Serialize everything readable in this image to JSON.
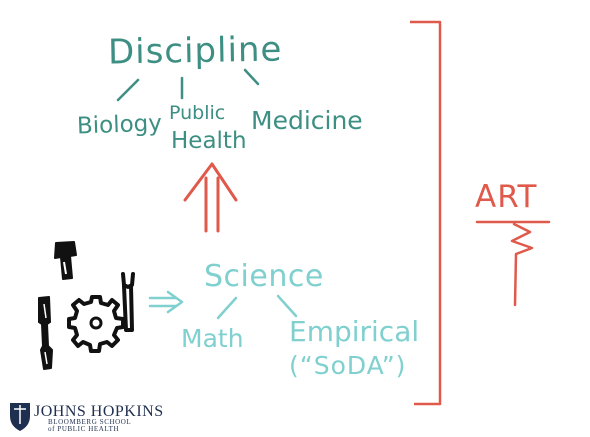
{
  "discipline": {
    "title": "Discipline",
    "children": {
      "biology": "Biology",
      "public_health_line1": "Public",
      "public_health_line2": "Health",
      "medicine": "Medicine"
    }
  },
  "science": {
    "title": "Science",
    "children": {
      "math": "Math",
      "empirical": "Empirical",
      "empirical_note": "(“SoDA”)"
    }
  },
  "art": {
    "label": "ART"
  },
  "logo": {
    "name": "JOHNS HOPKINS",
    "subtitle_line1": "BLOOMBERG SCHOOL",
    "subtitle_line2": "of PUBLIC HEALTH",
    "icon": "shield-icon"
  },
  "icons": [
    "hammer-icon",
    "gear-icon",
    "wrench-icon",
    "screwdriver-icon"
  ],
  "colors": {
    "discipline_ink": "#3e8f83",
    "science_ink": "#7fd0cf",
    "art_ink": "#df5a4b",
    "tool_ink": "#111111",
    "logo_ink": "#1f2f4f"
  }
}
